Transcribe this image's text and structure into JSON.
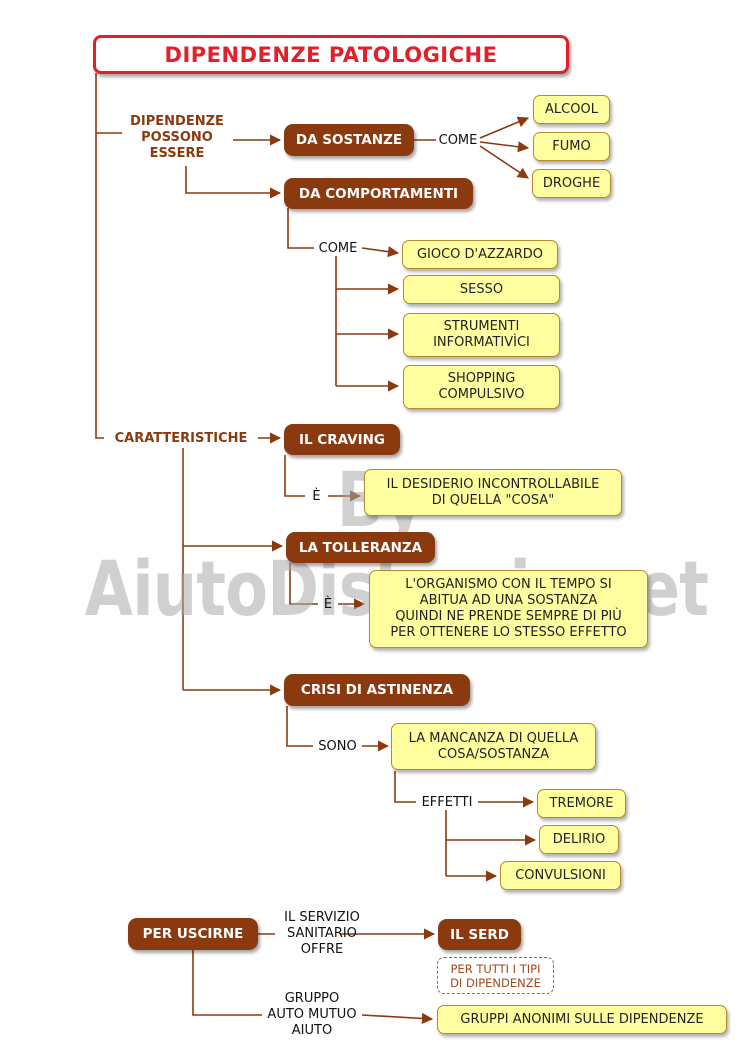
{
  "title": "DIPENDENZE PATOLOGICHE",
  "watermark": "By AiutoDislessia.net",
  "labels": {
    "possono": "DIPENDENZE\nPOSSONO\nESSERE",
    "come1": "COME",
    "come2": "COME",
    "caratteristiche": "CARATTERISTICHE",
    "e1": "È",
    "e2": "È",
    "sono": "SONO",
    "effetti": "EFFETTI",
    "servizio": "IL SERVIZIO\nSANITARIO\nOFFRE",
    "gruppo": "GRUPPO\nAUTO MUTUO\nAIUTO"
  },
  "nodes": {
    "da_sostanze": "DA SOSTANZE",
    "alcool": "ALCOOL",
    "fumo": "FUMO",
    "droghe": "DROGHE",
    "da_comportamenti": "DA COMPORTAMENTI",
    "gioco": "GIOCO D'AZZARDO",
    "sesso": "SESSO",
    "strumenti": "STRUMENTI\nINFORMATIVÌCI",
    "shopping": "SHOPPING\nCOMPULSIVO",
    "craving": "IL CRAVING",
    "desiderio": "IL DESIDERIO INCONTROLLABILE\nDI QUELLA \"COSA\"",
    "tolleranza": "LA TOLLERANZA",
    "organismo": "L'ORGANISMO CON IL TEMPO SI\nABITUA AD UNA SOSTANZA\nQUINDI NE PRENDE SEMPRE DI PIÙ\nPER OTTENERE LO STESSO EFFETTO",
    "crisi": "CRISI DI ASTINENZA",
    "mancanza": "LA MANCANZA DI QUELLA\nCOSA/SOSTANZA",
    "tremore": "TREMORE",
    "delirio": "DELIRIO",
    "convulsioni": "CONVULSIONI",
    "per_uscirne": "PER USCIRNE",
    "serd": "IL SERD",
    "per_tutti": "PER TUTTI I TIPI\nDI DIPENDENZE",
    "gruppi": "GRUPPI ANONIMI SULLE DIPENDENZE"
  },
  "colors": {
    "title_border": "#e0202a",
    "dark_node": "#8b3a10",
    "leaf_fill": "#ffffa0",
    "line": "#8b3a10"
  }
}
